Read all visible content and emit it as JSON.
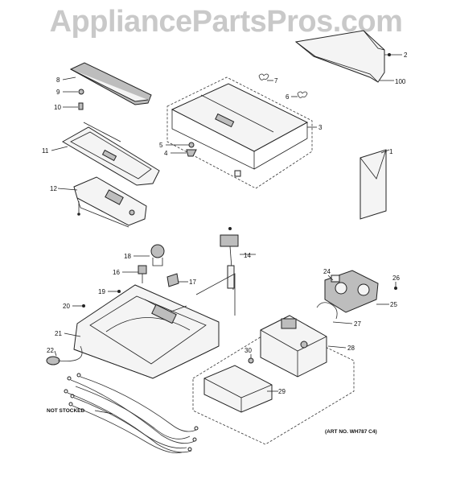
{
  "watermark": "AppliancePartsPros.com",
  "art_number": "(ART NO. WH787 C4)",
  "note_not_stocked": "NOT STOCKED",
  "callouts": [
    "1",
    "2",
    "3",
    "4",
    "5",
    "6",
    "7",
    "8",
    "9",
    "10",
    "11",
    "12",
    "14",
    "16",
    "17",
    "18",
    "19",
    "20",
    "21",
    "22",
    "24",
    "25",
    "26",
    "27",
    "28",
    "29",
    "30",
    "100"
  ]
}
